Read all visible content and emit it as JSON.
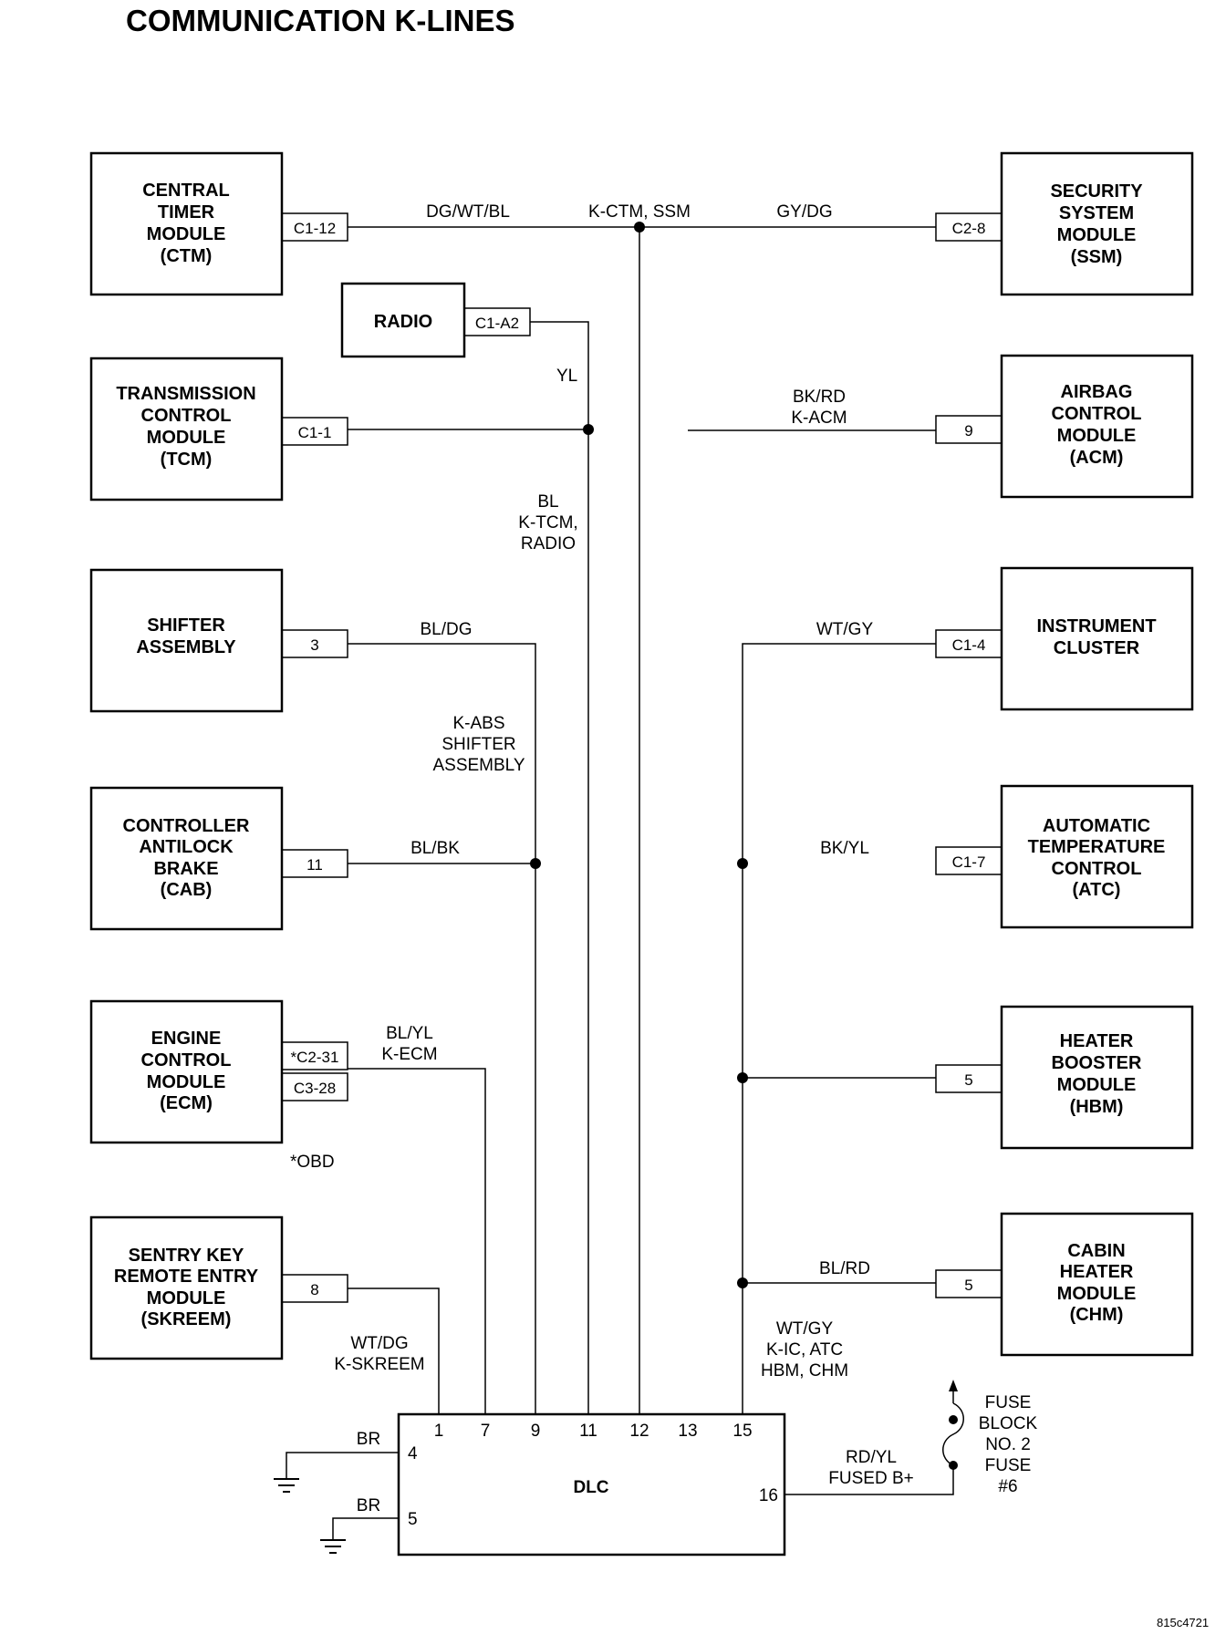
{
  "title": "COMMUNICATION K-LINES",
  "figure_id": "815c4721",
  "modules": {
    "ctm": [
      "CENTRAL",
      "TIMER",
      "MODULE",
      "(CTM)"
    ],
    "tcm": [
      "TRANSMISSION",
      "CONTROL",
      "MODULE",
      "(TCM)"
    ],
    "shifter": [
      "SHIFTER",
      "ASSEMBLY"
    ],
    "cab": [
      "CONTROLLER",
      "ANTILOCK",
      "BRAKE",
      "(CAB)"
    ],
    "ecm": [
      "ENGINE",
      "CONTROL",
      "MODULE",
      "(ECM)"
    ],
    "skreem": [
      "SENTRY KEY",
      "REMOTE ENTRY",
      "MODULE",
      "(SKREEM)"
    ],
    "radio": [
      "RADIO"
    ],
    "ssm": [
      "SECURITY",
      "SYSTEM",
      "MODULE",
      "(SSM)"
    ],
    "acm": [
      "AIRBAG",
      "CONTROL",
      "MODULE",
      "(ACM)"
    ],
    "ic": [
      "INSTRUMENT",
      "CLUSTER"
    ],
    "atc": [
      "AUTOMATIC",
      "TEMPERATURE",
      "CONTROL",
      "(ATC)"
    ],
    "hbm": [
      "HEATER",
      "BOOSTER",
      "MODULE",
      "(HBM)"
    ],
    "chm": [
      "CABIN",
      "HEATER",
      "MODULE",
      "(CHM)"
    ]
  },
  "connectors": {
    "ctm": "C1-12",
    "tcm": "C1-1",
    "shifter": "3",
    "cab": "11",
    "ecm_obd": "*C2-31",
    "ecm": "C3-28",
    "skreem": "8",
    "radio": "C1-A2",
    "ssm": "C2-8",
    "acm": "9",
    "ic": "C1-4",
    "atc": "C1-7",
    "hbm": "5",
    "chm": "5"
  },
  "wires": {
    "ctm": "DG/WT/BL",
    "bus_top": "K-CTM, SSM",
    "ssm": "GY/DG",
    "radio": "YL",
    "acm": [
      "BK/RD",
      "K-ACM"
    ],
    "tcm_trunk": [
      "BL",
      "K-TCM,",
      "RADIO"
    ],
    "shifter": "BL/DG",
    "ic": "WT/GY",
    "abs_trunk": [
      "K-ABS",
      "SHIFTER",
      "ASSEMBLY"
    ],
    "cab": "BL/BK",
    "atc": "BK/YL",
    "ecm": [
      "BL/YL",
      "K-ECM"
    ],
    "obd_note": "*OBD",
    "chm": "BL/RD",
    "skreem": [
      "WT/DG",
      "K-SKREEM"
    ],
    "ic_trunk": [
      "WT/GY",
      "K-IC, ATC",
      "HBM, CHM"
    ],
    "ground": "BR",
    "fused": [
      "RD/YL",
      "FUSED B+"
    ],
    "fuse": [
      "FUSE",
      "BLOCK",
      "NO. 2",
      "FUSE",
      "#6"
    ]
  },
  "dlc": {
    "label": "DLC",
    "top_pins": [
      "1",
      "7",
      "9",
      "11",
      "12",
      "13",
      "15"
    ],
    "pin4": "4",
    "pin5": "5",
    "pin16": "16"
  }
}
